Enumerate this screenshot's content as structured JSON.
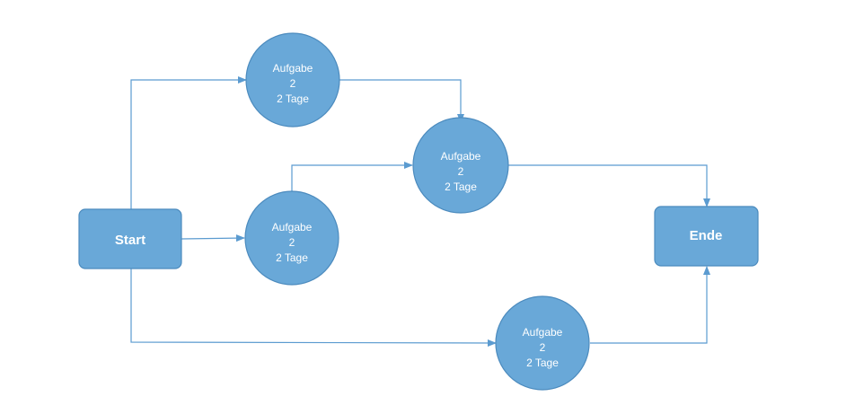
{
  "colors": {
    "node_fill": "#69a8d8",
    "node_stroke": "#4c8bbe",
    "connector": "#5b9bd0"
  },
  "nodes": {
    "start": {
      "label": "Start"
    },
    "end": {
      "label": "Ende"
    },
    "task_top": {
      "line1": "Aufgabe",
      "line2": "2",
      "line3": "2 Tage"
    },
    "task_center": {
      "line1": "Aufgabe",
      "line2": "2",
      "line3": "2 Tage"
    },
    "task_middle": {
      "line1": "Aufgabe",
      "line2": "2",
      "line3": "2 Tage"
    },
    "task_bottom": {
      "line1": "Aufgabe",
      "line2": "2",
      "line3": "2 Tage"
    }
  }
}
